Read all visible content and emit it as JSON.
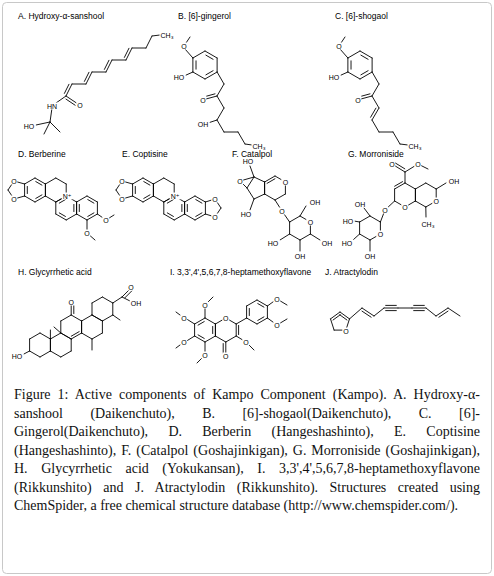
{
  "diagram": {
    "caption": "Figure 1: Active components of Kampo Component (Kampo). A. Hydroxy-α-sanshool (Daikenchuto), B. [6]-shogaol(Daikenchuto), C. [6]-Gingerol(Daikenchuto), D. Berberin (Hangeshashinto), E. Coptisine (Hangeshashinto), F. (Catalpol (Goshajinkigan), G. Morroniside (Goshajinkigan), H. Glycyrrhetic acid (Yokukansan), I. 3,3',4',5,6,7,8-heptamethoxyflavone (Rikkunshito) and J. Atractylodin (Rikkunshito). Structures created using ChemSpider, a free chemical structure database (http://www.chemspider.com/).",
    "labels": [
      "A. Hydroxy-α-sanshool",
      "B. [6]-gingerol",
      "C. [6]-shogaol",
      "D. Berberine",
      "E. Coptisine",
      "F. Catalpol",
      "G. Morroniside",
      "H. Glycyrrhetic acid",
      "I. 3,3',4',5,6,7,8-heptamethoxyflavone",
      "J. Atractylodin",
      "CH₃",
      "HN",
      "O",
      "HO",
      "HO",
      "O",
      "O",
      "OH",
      "CH₃",
      "HO",
      "O",
      "O",
      "CH₃",
      "O",
      "O",
      "N⁺",
      "O",
      "O",
      "O",
      "O",
      "N⁺",
      "O",
      "O",
      "HO",
      "O",
      "HO",
      "O",
      "O",
      "O",
      "OH",
      "OH",
      "OH",
      "HO",
      "O",
      "O",
      "OH",
      "O",
      "CH₃",
      "O",
      "O",
      "O",
      "OH",
      "HO",
      "HO",
      "OH",
      "HO",
      "O",
      "O",
      "OH",
      "O",
      "O",
      "O",
      "O",
      "O",
      "O",
      "O",
      "O",
      "O",
      "O"
    ]
  }
}
